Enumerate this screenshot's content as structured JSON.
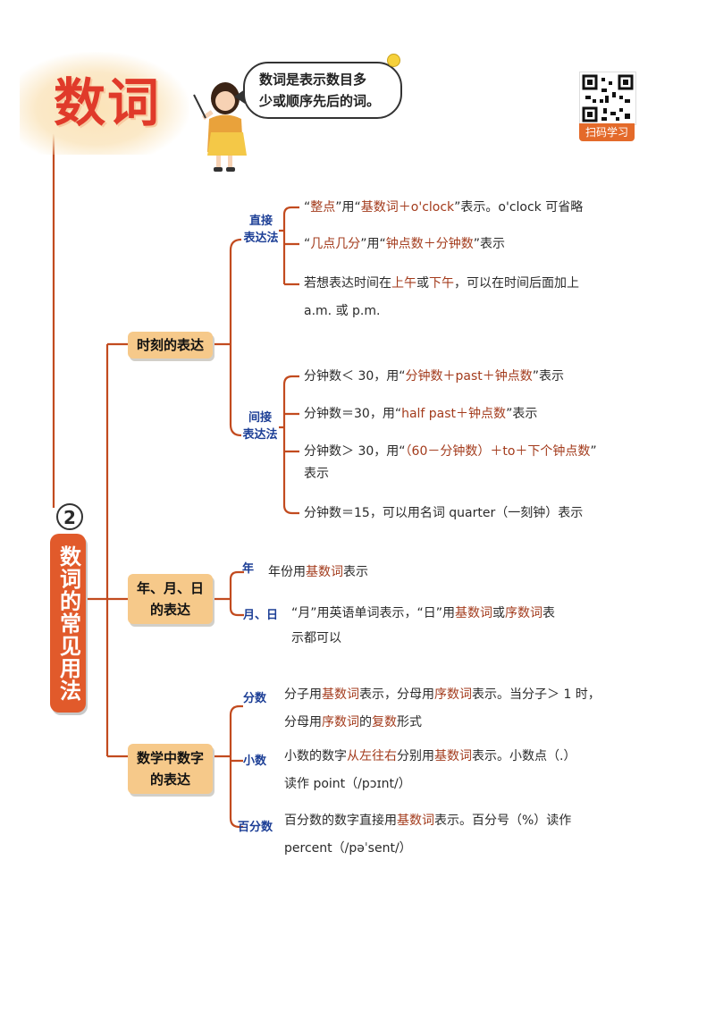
{
  "header": {
    "title": "数词",
    "bubble_line1": "数词是表示数目多",
    "bubble_line2": "少或顺序先后的词。",
    "qr_label": "扫码学习"
  },
  "section": {
    "number": "2",
    "label": "数词的常见用法"
  },
  "branches": {
    "time": {
      "label_line1": "时刻的表达",
      "direct": {
        "label_line1": "直接",
        "label_line2": "表达法",
        "items": [
          {
            "segments": [
              "“",
              "整点",
              "”用“",
              "基数词＋o'clock",
              "”表示。o'clock 可省略"
            ]
          },
          {
            "segments": [
              "“",
              "几点几分",
              "”用“",
              "钟点数＋分钟数",
              "”表示"
            ]
          },
          {
            "segments": [
              "若想表达时间在",
              "上午",
              "或",
              "下午",
              "，可以在时间后面加上"
            ],
            "line2": "a.m. 或 p.m."
          }
        ]
      },
      "indirect": {
        "label_line1": "间接",
        "label_line2": "表达法",
        "items": [
          {
            "segments": [
              "分钟数＜ 30，用“",
              "分钟数＋past＋钟点数",
              "”表示"
            ]
          },
          {
            "segments": [
              "分钟数＝30，用“",
              "half past＋钟点数",
              "”表示"
            ]
          },
          {
            "segments": [
              "分钟数＞ 30，用“",
              "（60－分钟数）＋to＋下个钟点数",
              "”"
            ],
            "line2": "表示"
          },
          {
            "segments": [
              "分钟数＝15，可以用名词 quarter（一刻钟）表示"
            ]
          }
        ]
      }
    },
    "date": {
      "label_line1": "年、月、日",
      "label_line2": "的表达",
      "year": {
        "label": "年",
        "segments": [
          "年份用",
          "基数词",
          "表示"
        ]
      },
      "month_day": {
        "label": "月、日",
        "segments": [
          "“月”用英语单词表示，“日”用",
          "基数词",
          "或",
          "序数词",
          "表"
        ],
        "line2": "示都可以"
      }
    },
    "math": {
      "label_line1": "数学中数字",
      "label_line2": "的表达",
      "fraction": {
        "label": "分数",
        "segments": [
          "分子用",
          "基数词",
          "表示，分母用",
          "序数词",
          "表示。当分子＞ 1 时，"
        ],
        "segments2": [
          "分母用",
          "序数词",
          "的",
          "复数",
          "形式"
        ]
      },
      "decimal": {
        "label": "小数",
        "segments": [
          "小数的数字",
          "从左往右",
          "分别用",
          "基数词",
          "表示。小数点（.）"
        ],
        "line2": "读作 point（/pɔɪnt/）"
      },
      "percent": {
        "label": "百分数",
        "segments": [
          "百分数的数字直接用",
          "基数词",
          "表示。百分号（%）读作"
        ],
        "line2": "percent（/pəˈsent/）"
      }
    }
  },
  "colors": {
    "title": "#e03a2a",
    "connector": "#c24b1f",
    "node_fill": "#f6c98a",
    "section_fill": "#e15a2b",
    "sub_label": "#1d3f96",
    "highlight": "#a33b1c"
  }
}
